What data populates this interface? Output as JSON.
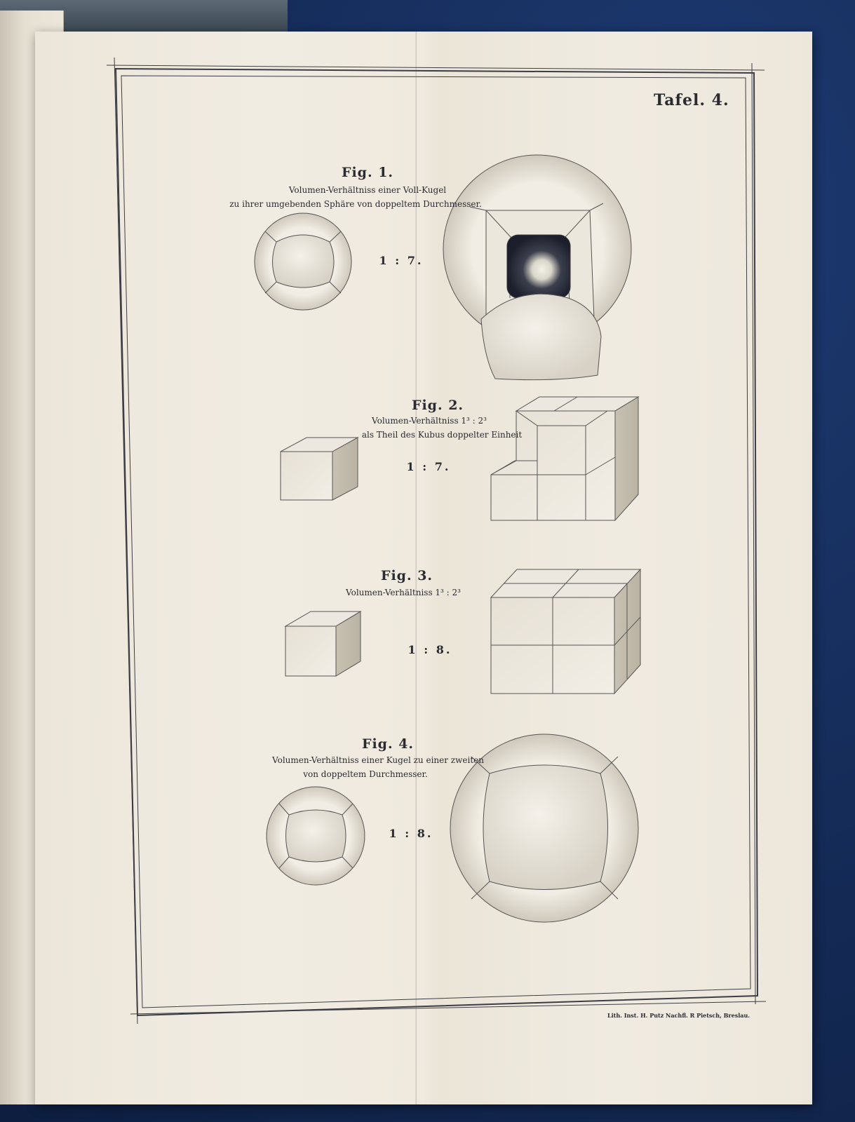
{
  "plate_title": "Tafel. 4.",
  "figures": [
    {
      "label": "Fig. 1.",
      "caption_lines": [
        "Volumen-Verhältniss einer Voll-Kugel",
        "zu ihrer umgebenden Sphäre von doppeltem Durchmesser."
      ],
      "ratio": "1 : 7."
    },
    {
      "label": "Fig. 2.",
      "caption_lines": [
        "Volumen-Verhältniss 1³ : 2³",
        "als Theil des Kubus doppelter Einheit"
      ],
      "ratio": "1 : 7."
    },
    {
      "label": "Fig. 3.",
      "caption_lines": [
        "Volumen-Verhältniss 1³ : 2³"
      ],
      "ratio": "1 : 8."
    },
    {
      "label": "Fig. 4.",
      "caption_lines": [
        "Volumen-Verhältniss einer Kugel zu einer zweiten",
        "von doppeltem Durchmesser."
      ],
      "ratio": "1 : 8."
    }
  ],
  "imprint": "Lith. Inst. H. Putz Nachfl. R Pietsch, Breslau."
}
